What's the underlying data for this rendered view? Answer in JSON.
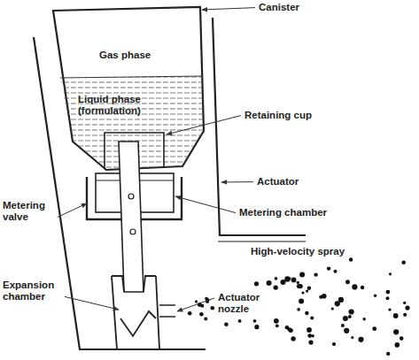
{
  "diagram": {
    "labels": [
      "Canister",
      "Gas phase",
      "Liquid phase (formulation)",
      "Retaining cup",
      "Actuator",
      "Metering valve",
      "Metering chamber",
      "High-velocity spray",
      "Expansion chamber",
      "Actuator nozzle"
    ]
  }
}
